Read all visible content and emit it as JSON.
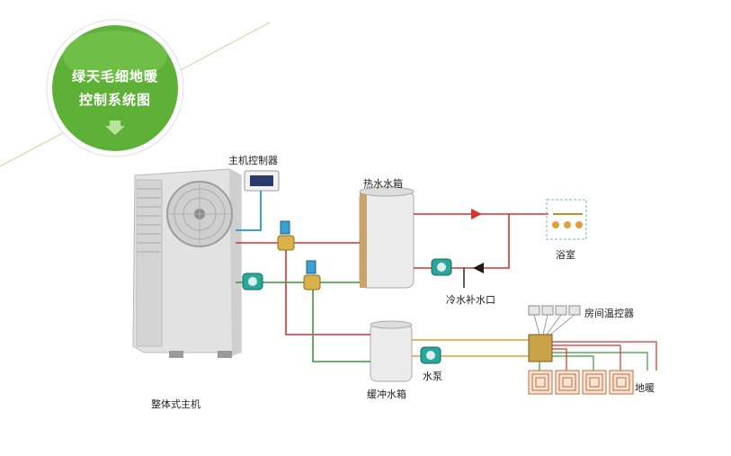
{
  "badge": {
    "title_line1": "绿天毛细地暖",
    "title_line2": "控制系统图"
  },
  "labels": {
    "host_controller": "主机控制器",
    "hot_water_tank": "热水水箱",
    "bathroom": "浴室",
    "cold_water_inlet": "冷水补水口",
    "room_thermostat": "房间温控器",
    "water_pump": "水泵",
    "floor_heating": "地暖",
    "buffer_tank": "缓冲水箱",
    "integrated_host": "整体式主机"
  },
  "colors": {
    "badge_green": "#5db136",
    "hot_pipe": "#d93030",
    "cold_pipe": "#3a9a3a",
    "control_wire": "#3aa0d8",
    "orange_pipe": "#e89a30"
  }
}
